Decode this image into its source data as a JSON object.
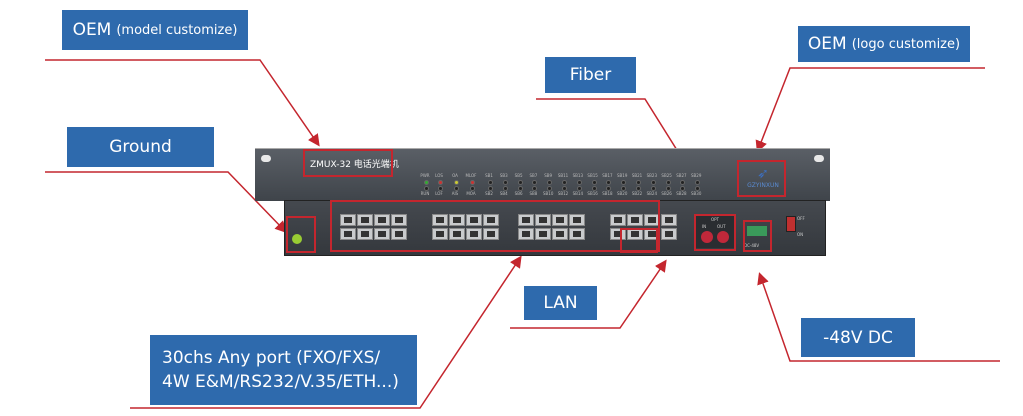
{
  "callouts": {
    "oem_model": {
      "main": "OEM",
      "sub": "(model customize)"
    },
    "ground": "Ground",
    "fiber": "Fiber",
    "oem_logo": {
      "main": "OEM",
      "sub": "(logo customize)"
    },
    "lan": "LAN",
    "dc": "-48V DC",
    "ports": {
      "line1": "30chs Any port (FXO/FXS/",
      "line2": "4W E&M/RS232/V.35/ETH...)"
    }
  },
  "device": {
    "model_text": "ZMUX-32 电话光端机",
    "logo_text": "GZYINXUN",
    "status_leds_top": [
      "PWR",
      "LOS",
      "OA",
      "MLOF"
    ],
    "status_leds_bottom": [
      "RUN",
      "LOF",
      "AIS",
      "MOA"
    ],
    "status_led_colors": [
      "#3a3",
      "#c33",
      "#cc3",
      "#c33"
    ],
    "sb_leds_top": [
      "SB1",
      "SB3",
      "SB5",
      "SB7",
      "SB9",
      "SB11",
      "SB13",
      "SB15",
      "SB17",
      "SB19",
      "SB21",
      "SB23",
      "SB25",
      "SB27",
      "SB29"
    ],
    "sb_leds_bottom": [
      "SB2",
      "SB4",
      "SB6",
      "SB8",
      "SB10",
      "SB12",
      "SB14",
      "SB16",
      "SB18",
      "SB20",
      "SB22",
      "SB24",
      "SB26",
      "SB28",
      "SB30"
    ],
    "fiber_labels": {
      "title": "OPT",
      "in": "IN",
      "out": "OUT"
    },
    "dc_label": "DC-48V",
    "switch_labels": {
      "off": "OFF",
      "on": "ON"
    }
  },
  "colors": {
    "callout_bg": "#2e6aad",
    "annotation_red": "#c4262e"
  }
}
